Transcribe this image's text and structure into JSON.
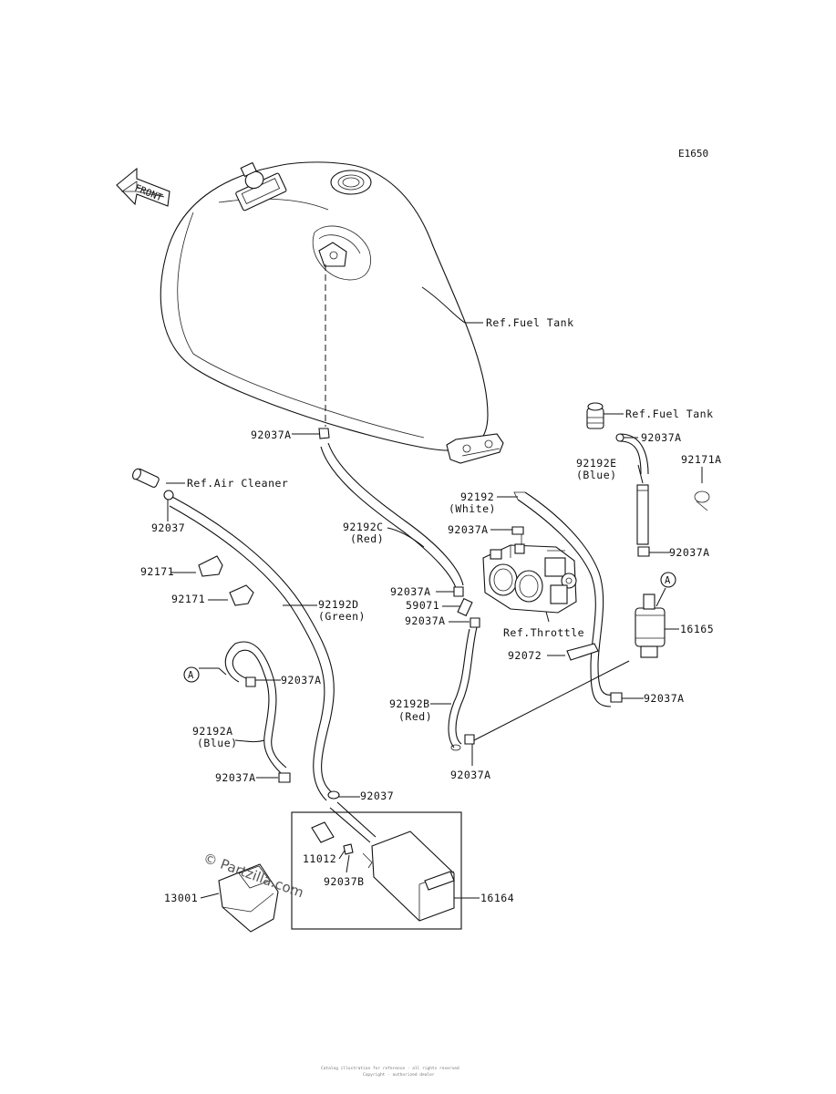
{
  "diagram_code": "E1650",
  "front_label": "FRONT",
  "watermark": "© Partzilla.com",
  "circle_marker": "A",
  "footer_lines": [
    "Catalog illustration for reference · all rights reserved",
    "Copyright · authorized dealer"
  ],
  "labels": {
    "fuel_tank_main": "Ref.Fuel Tank",
    "fuel_tank_side": "Ref.Fuel Tank",
    "air_cleaner": "Ref.Air Cleaner",
    "throttle": "Ref.Throttle",
    "clamp_92037A_tank": "92037A",
    "clamp_92037A_side_top": "92037A",
    "hose_92192E": "92192E",
    "hose_92192E_color": "(Blue)",
    "band_92171A": "92171A",
    "hose_92192": "92192",
    "hose_92192_color": "(White)",
    "clamp_92037A_white": "92037A",
    "hose_92192C": "92192C",
    "hose_92192C_color": "(Red)",
    "clamp_92037A_side_mid": "92037A",
    "clamp_92037": "92037",
    "band_92171_a": "92171",
    "band_92171_b": "92171",
    "hose_92192D": "92192D",
    "hose_92192D_color": "(Green)",
    "clamp_92037A_red_top": "92037A",
    "fitting_59071": "59071",
    "clamp_92037A_red_mid": "92037A",
    "filter_16165": "16165",
    "bracket_92072": "92072",
    "clamp_92037A_left": "92037A",
    "hose_92192A": "92192A",
    "hose_92192A_color": "(Blue)",
    "hose_92192B": "92192B",
    "hose_92192B_color": "(Red)",
    "clamp_92037A_side_low": "92037A",
    "clamp_92037A_red_low": "92037A",
    "clamp_92037A_bottom": "92037A",
    "clamp_92037_bottom": "92037",
    "cap_11012": "11012",
    "clamp_92037B": "92037B",
    "bracket_13001": "13001",
    "canister_16164": "16164"
  }
}
